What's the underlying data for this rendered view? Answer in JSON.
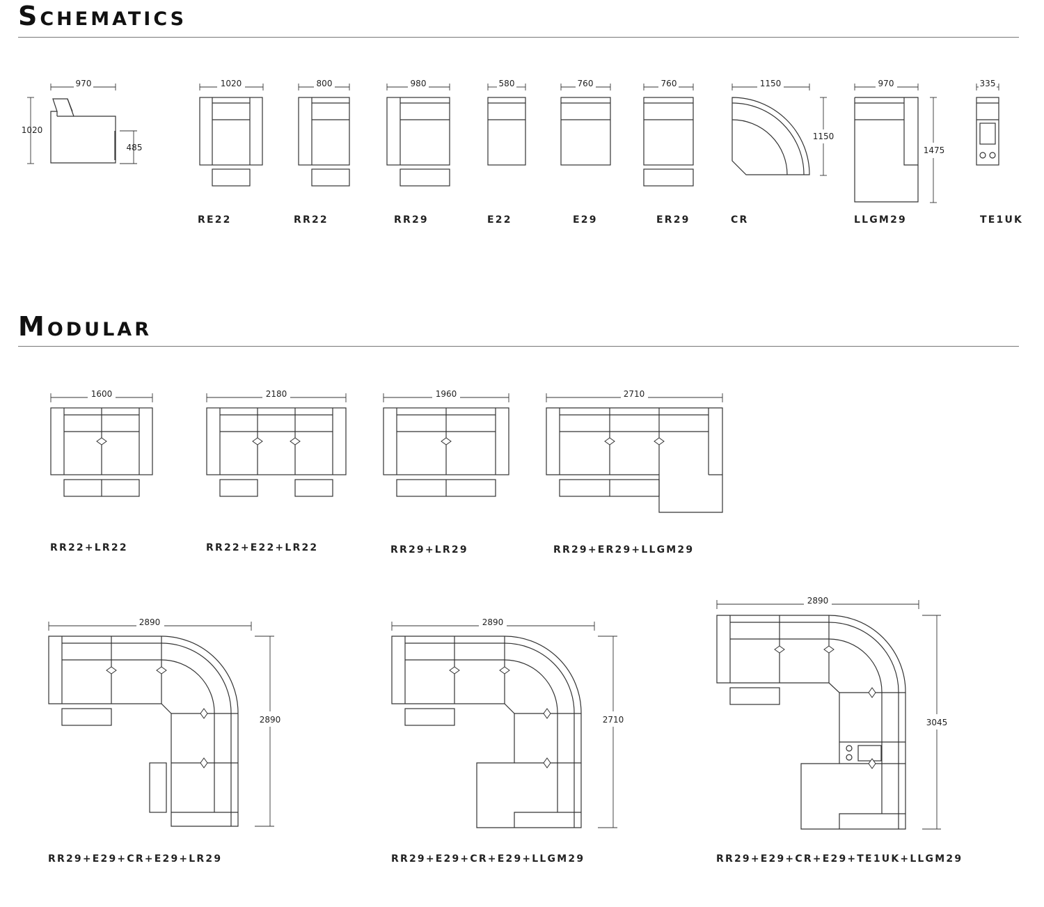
{
  "sections": {
    "schematics": "Schematics",
    "modular": "Modular"
  },
  "side_view": {
    "width": "970",
    "height": "1020",
    "seat_height": "485"
  },
  "units": [
    {
      "code": "RE22",
      "width": "1020"
    },
    {
      "code": "RR22",
      "width": "800"
    },
    {
      "code": "RR29",
      "width": "980"
    },
    {
      "code": "E22",
      "width": "580"
    },
    {
      "code": "E29",
      "width": "760"
    },
    {
      "code": "ER29",
      "width": "760"
    },
    {
      "code": "CR",
      "width": "1150",
      "depth": "1150"
    },
    {
      "code": "LLGM29",
      "width": "970",
      "depth": "1475"
    },
    {
      "code": "TE1UK",
      "width": "335"
    }
  ],
  "combos": [
    {
      "code": "RR22+LR22",
      "width": "1600"
    },
    {
      "code": "RR22+E22+LR22",
      "width": "2180"
    },
    {
      "code": "RR29+LR29",
      "width": "1960"
    },
    {
      "code": "RR29+ER29+LLGM29",
      "width": "2710"
    },
    {
      "code": "RR29+E29+CR+E29+LR29",
      "width": "2890",
      "depth": "2890"
    },
    {
      "code": "RR29+E29+CR+E29+LLGM29",
      "width": "2890",
      "depth": "2710"
    },
    {
      "code": "RR29+E29+CR+E29+TE1UK+LLGM29",
      "width": "2890",
      "depth": "3045"
    }
  ],
  "colors": {
    "line": "#333333",
    "rule": "#777777",
    "text": "#111111"
  }
}
